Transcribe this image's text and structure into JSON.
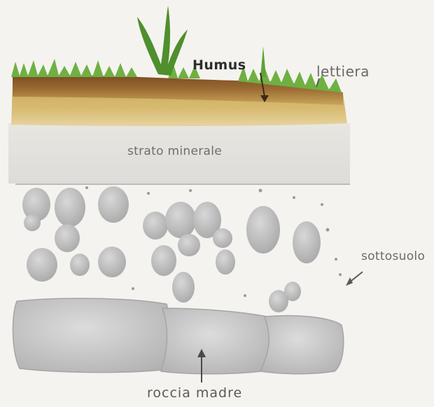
{
  "labels": {
    "humus": "Humus",
    "lettiera": "lettiera",
    "strato_minerale": "strato minerale",
    "sottosuolo": "sottosuolo",
    "roccia_madre": "roccia madre"
  },
  "colors": {
    "grass": "#6fb043",
    "grass_dark": "#4f8f2e",
    "humus": "#8a5a2a",
    "lettiera": "#c9a85a",
    "mineral": "#e2e1dd",
    "subsoil_rock": "#b9b9b9",
    "bedrock": "#c6c6c6",
    "arrow": "#3a2a1a"
  }
}
